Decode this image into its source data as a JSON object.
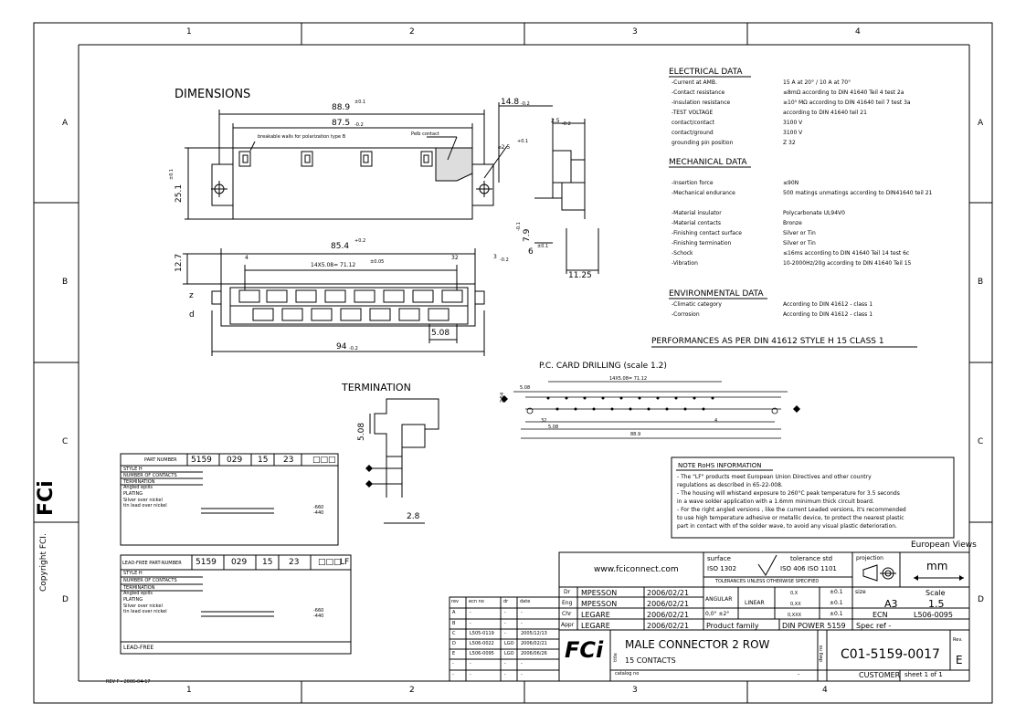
{
  "frame": {
    "top_cols": [
      "1",
      "2",
      "3",
      "4"
    ],
    "bottom_cols": [
      "1",
      "2",
      "3",
      "4"
    ],
    "rows": [
      "A",
      "B",
      "C",
      "D"
    ]
  },
  "copyright": "Copyright FCI.",
  "rev_footer": "REV F - 2006-04-17",
  "dimensions": {
    "title": "DIMENSIONS",
    "d_889": "88.9",
    "d_889_tol": "±0.1",
    "d_875": "87.5",
    "d_875_tol": "-0.2",
    "breakable": "breakable walls for polarization type B",
    "pelb": "Pelb contact",
    "d_251": "25.1",
    "d_251_tol": "±0.1",
    "d_148": "14.8",
    "d_148_tol": "-0.2",
    "d_25": "2.5",
    "d_25_tol": "-0.2",
    "d_phi25": "⌀2.5",
    "d_phi25_tol": "+0.1",
    "d_79": "7.9",
    "d_79_tol": "-0.1",
    "d_127": "12.7",
    "d_854": "85.4",
    "d_854_tol": "+0.2",
    "pin_first": "4",
    "pin_last": "32",
    "pitch": "14X5.08= 71.12",
    "pitch_tol": "±0.05",
    "d_3": "3",
    "d_3_tol": "-0.2",
    "d_6": "6",
    "d_6_tol": "±0.1",
    "d_1125": "11.25",
    "row_z": "z",
    "row_d": "d",
    "d_508": "5.08",
    "d_94": "94",
    "d_94_tol": "-0.2"
  },
  "termination": {
    "title": "TERMINATION",
    "d_508": "5.08",
    "d_28": "2.8"
  },
  "pc_card": {
    "title": "P.C. CARD DRILLING (scale 1.2)",
    "pitch": "14X5.08= 71.12",
    "d_508": "5.08",
    "d_508b": "5.08",
    "d_889": "88.9",
    "d_254": "2.54",
    "n32": "32",
    "n4": "4"
  },
  "electrical": {
    "title": "ELECTRICAL DATA",
    "rows": [
      [
        "-Current at AMB.",
        "15 A at 20° / 10 A at 70°"
      ],
      [
        "-Contact resistance",
        "≤8mΩ according to DIN 41640 Teil 4 test 2a"
      ],
      [
        "-Insulation resistance",
        "≥10⁵ MΩ according to DIN 41640 teil 7 test 3a"
      ],
      [
        "-TEST VOLTAGE",
        "according to DIN 41640 teil 21"
      ],
      [
        "  contact/contact",
        "3100 V"
      ],
      [
        "  contact/ground",
        "3100 V"
      ],
      [
        "  grounding pin position",
        "Z 32"
      ]
    ]
  },
  "mechanical": {
    "title": "MECHANICAL DATA",
    "rows": [
      [
        "-Insertion force",
        "≤90N"
      ],
      [
        "-Mechanical endurance",
        "500 matings unmatings according to DIN41640 teil 21"
      ],
      [
        "",
        ""
      ],
      [
        "-Material insulator",
        "Polycarbonate UL94V0"
      ],
      [
        "-Material contacts",
        "Bronze"
      ],
      [
        "-Finishing contact surface",
        "Silver or Tin"
      ],
      [
        "-Finishing termination",
        "Silver or Tin"
      ],
      [
        "-Schock",
        "≤16ms according to DIN 41640 Teil 14 test 6c"
      ],
      [
        "-Vibration",
        "10-2000Hz/20g according to DIN 41640 Teil 15"
      ]
    ]
  },
  "environmental": {
    "title": "ENVIRONMENTAL DATA",
    "rows": [
      [
        "-Climatic category",
        "According to DIN 41612 - class 1"
      ],
      [
        "-Corrosion",
        "According to DIN 41612 - class 1"
      ]
    ]
  },
  "performances": "PERFORMANCES AS PER DIN 41612 STYLE H 15 CLASS 1",
  "rohs": {
    "title": "NOTE RoHS INFORMATION",
    "lines": [
      "- The \"LF\" products meet European Union Directives and other country",
      "  regulations as described in 65-22-008.",
      "- The housing will whistand exposure to 260°C peak temperature for 3.5 seconds",
      "  in a wave solder application with a 1.6mm minimum thick circuit board.",
      "- For the right angled versions , like the current Leaded versions, it's recommended",
      "  to use high temperature adhesive or metallic device, to protect the nearest plastic",
      "  part in contact with of the solder wave, to avoid any visual plastic deterioration."
    ]
  },
  "part_number": {
    "label": "PART NUMBER",
    "codes": [
      "5159",
      "029",
      "15",
      "23",
      "□□□"
    ],
    "style": "STYLE H",
    "contacts": "NUMBER OF CONTACTS",
    "termination": "TERMINATION",
    "angled": "Angled epills",
    "plating": "PLATING",
    "silver": "Silver over nickel",
    "tin": "tin lead over nickel",
    "opt1": "-660",
    "opt2": "-440"
  },
  "lead_free": {
    "label": "LEAD-FREE PART-NUMBER",
    "codes": [
      "5159",
      "029",
      "15",
      "23",
      "□□□",
      "LF"
    ],
    "style": "STYLE H",
    "contacts": "NUMBER OF CONTACTS",
    "termination": "TERMINATION",
    "angled": "Angled epills",
    "plating": "PLATING",
    "silver": "Silver over nickel",
    "tin": "tin lead over nickel",
    "opt1": "-660",
    "opt2": "-440",
    "footer": "LEAD-FREE"
  },
  "european_views": "European Views",
  "title_block": {
    "website": "www.fciconnect.com",
    "surface": "surface",
    "surface_std": "ISO 1302",
    "tol_std": "tolerance std",
    "tol_std_val": "ISO 406  ISO 1101",
    "projection": "projection",
    "units": "mm",
    "tol_note": "TOLERANCES UNLESS OTHERWISE SPECIFIED",
    "roles": [
      [
        "Dr",
        "MPESSON",
        "2006/02/21"
      ],
      [
        "Eng",
        "MPESSON",
        "2006/02/21"
      ],
      [
        "Chr",
        "LEGARE",
        "2006/02/21"
      ],
      [
        "Appr",
        "LEGARE",
        "2006/02/21"
      ]
    ],
    "angular": "ANGULAR",
    "angular_val": "0,0° ±2°",
    "linear": "LINEAR",
    "lin": [
      [
        "0,X",
        "±0.1"
      ],
      [
        "0,XX",
        "±0.1"
      ],
      [
        "0,XXX",
        "±0.1"
      ]
    ],
    "size": "size",
    "size_val": "A3",
    "scale": "Scale",
    "scale_val": "1.5",
    "ecn": "ECN",
    "ecn_val": "L506-0095",
    "product_family": "Product family",
    "product_family_val": "DIN POWER 5159",
    "spec_ref": "Spec ref -",
    "title_label": "title",
    "title": "MALE CONNECTOR 2 ROW",
    "subtitle": "15 CONTACTS",
    "dwg_label": "dwg no",
    "dwg_no": "C01-5159-0017",
    "rev_label": "Rev.",
    "rev_val": "E",
    "catalog": "catalog no",
    "catalog_dash": "-",
    "customer": "CUSTOMER",
    "sheet": "sheet 1 of 1",
    "fci": "FCi"
  },
  "rev_table": {
    "headers": [
      "rev",
      "ecn no",
      "dr",
      "date"
    ],
    "rows": [
      [
        "A",
        "-",
        "-",
        "-"
      ],
      [
        "B",
        "-",
        "-",
        "-"
      ],
      [
        "C",
        "L505-0119",
        "-",
        "2005/12/13"
      ],
      [
        "D",
        "L506-0022",
        "LGO",
        "2006/02/21"
      ],
      [
        "E",
        "L506-0095",
        "LGO",
        "2006/06/26"
      ],
      [
        "-",
        "-",
        "-",
        "-"
      ],
      [
        "-",
        "-",
        "-",
        "-"
      ]
    ]
  }
}
